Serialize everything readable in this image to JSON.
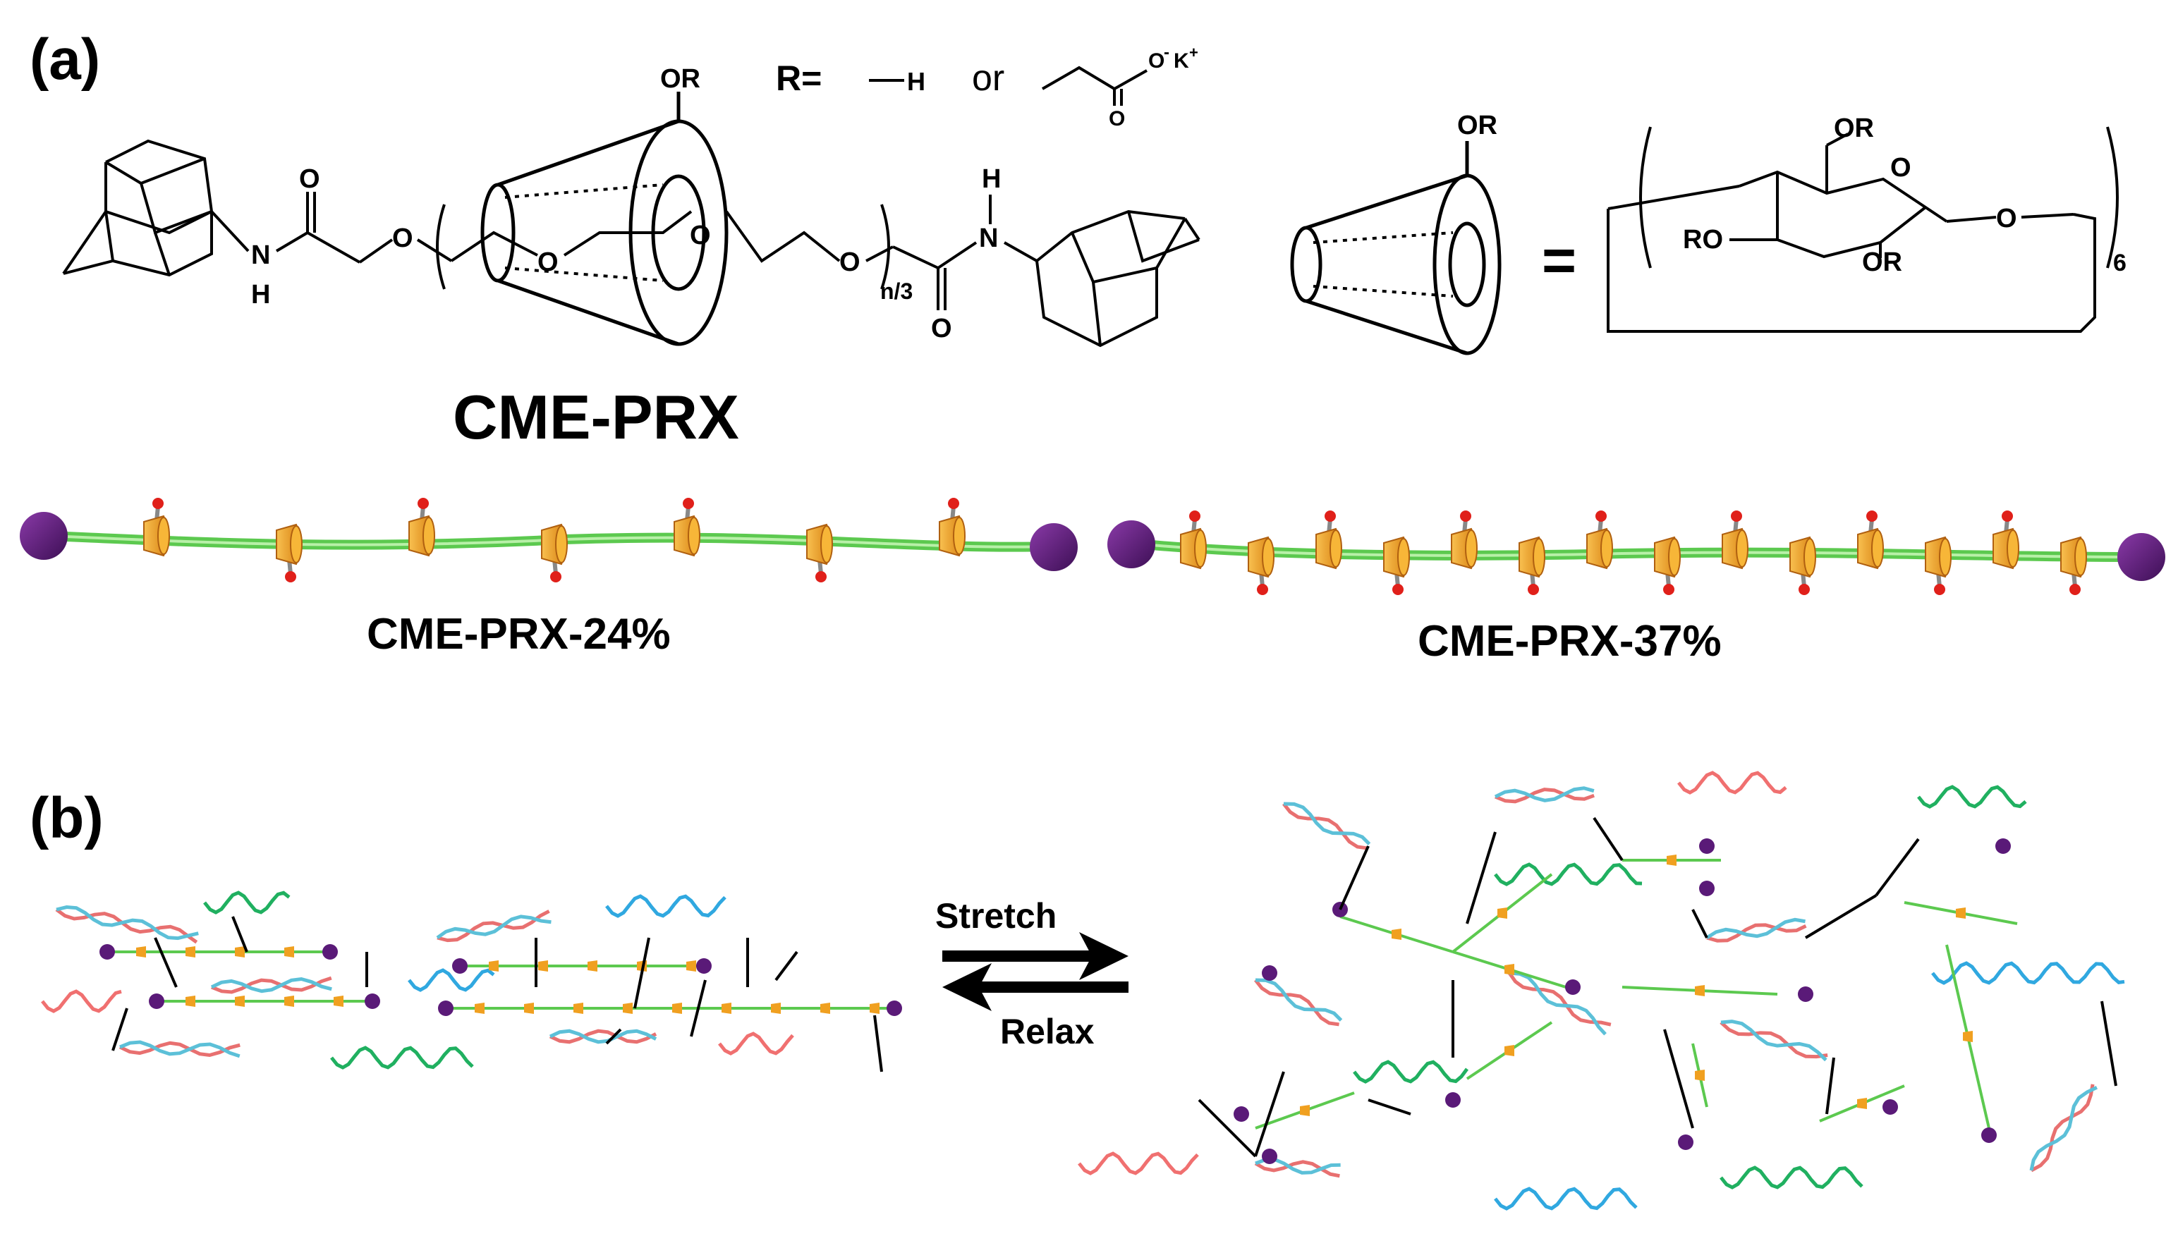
{
  "panel_a": {
    "label": "(a)",
    "r_def": {
      "prefix": "R=",
      "h": "H",
      "or_word": "or",
      "carboxylate_o1": "O",
      "carboxylate_charge": "-",
      "carboxylate_k": "K",
      "carboxylate_k_charge": "+",
      "carboxylate_o2": "O"
    },
    "structure": {
      "amide_left": {
        "o": "O",
        "n": "N",
        "h": "H"
      },
      "ether_o1": "O",
      "ether_o2": "O",
      "ether_o3": "O",
      "ether_o4": "O",
      "subscript": "n/3",
      "amide_right": {
        "o": "O",
        "n": "N",
        "h": "H"
      },
      "cd_or": "OR"
    },
    "cd_icon_or": "OR",
    "equals": "=",
    "glucose": {
      "or_top": "OR",
      "ring_o": "O",
      "ro_left": "RO",
      "or_bottom": "OR",
      "link_o": "O",
      "repeat": "6"
    },
    "title": "CME-PRX",
    "rotaxane_low": {
      "label": "CME-PRX-24%",
      "ring_count": 7
    },
    "rotaxane_high": {
      "label": "CME-PRX-37%",
      "ring_count": 14
    }
  },
  "panel_b": {
    "label": "(b)",
    "stretch": "Stretch",
    "relax": "Relax"
  },
  "colors": {
    "axle": "#5cc94f",
    "ring": "#f0a020",
    "stopper": "#5a1a78",
    "oxygen": "#e0201a",
    "strand_red": "#f07070",
    "strand_green": "#20b060",
    "strand_blue": "#30a8e0",
    "helix_a": "#e87070",
    "helix_b": "#5cc0d8",
    "crosslink": "#000000"
  }
}
